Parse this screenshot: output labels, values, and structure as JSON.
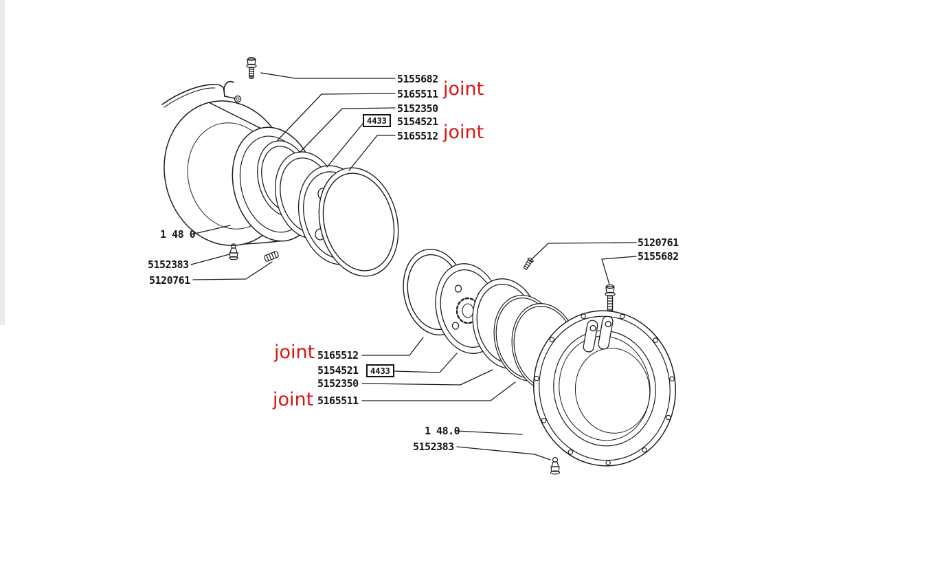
{
  "page": {
    "background": "#ffffff",
    "kind": "exploded-parts-diagram"
  },
  "colors": {
    "line": "#1c1c1c",
    "part_text": "#161616",
    "joint_red": "#dc1414"
  },
  "labels": {
    "upper_right": [
      {
        "part": "5155682"
      },
      {
        "part": "5165511",
        "joint": "joint"
      },
      {
        "part": "5152350"
      },
      {
        "part": "5154521",
        "ref_box": "4433"
      },
      {
        "part": "5165512",
        "joint": "joint"
      }
    ],
    "upper_left": [
      {
        "part": "1 48 0"
      },
      {
        "part": "5152383"
      },
      {
        "part": "5120761"
      }
    ],
    "lower_right": [
      {
        "part": "5120761"
      },
      {
        "part": "5155682"
      }
    ],
    "lower_left": [
      {
        "part": "5165512",
        "joint": "joint"
      },
      {
        "part": "5154521",
        "ref_box": "4433"
      },
      {
        "part": "5152350"
      },
      {
        "part": "5165511",
        "joint": "joint"
      },
      {
        "part": "1 48.0"
      },
      {
        "part": "5152383"
      }
    ]
  }
}
